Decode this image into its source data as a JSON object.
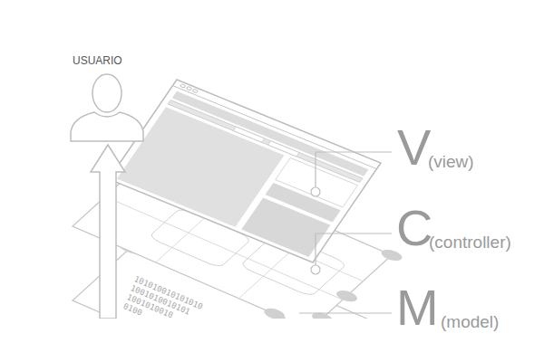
{
  "diagram": {
    "labels": [
      "USUARIO",
      "V",
      "(view)",
      "C",
      "(controller)",
      "M",
      "(model)",
      "101010010101010",
      "1001010010101",
      "1001010010",
      "0100"
    ]
  }
}
